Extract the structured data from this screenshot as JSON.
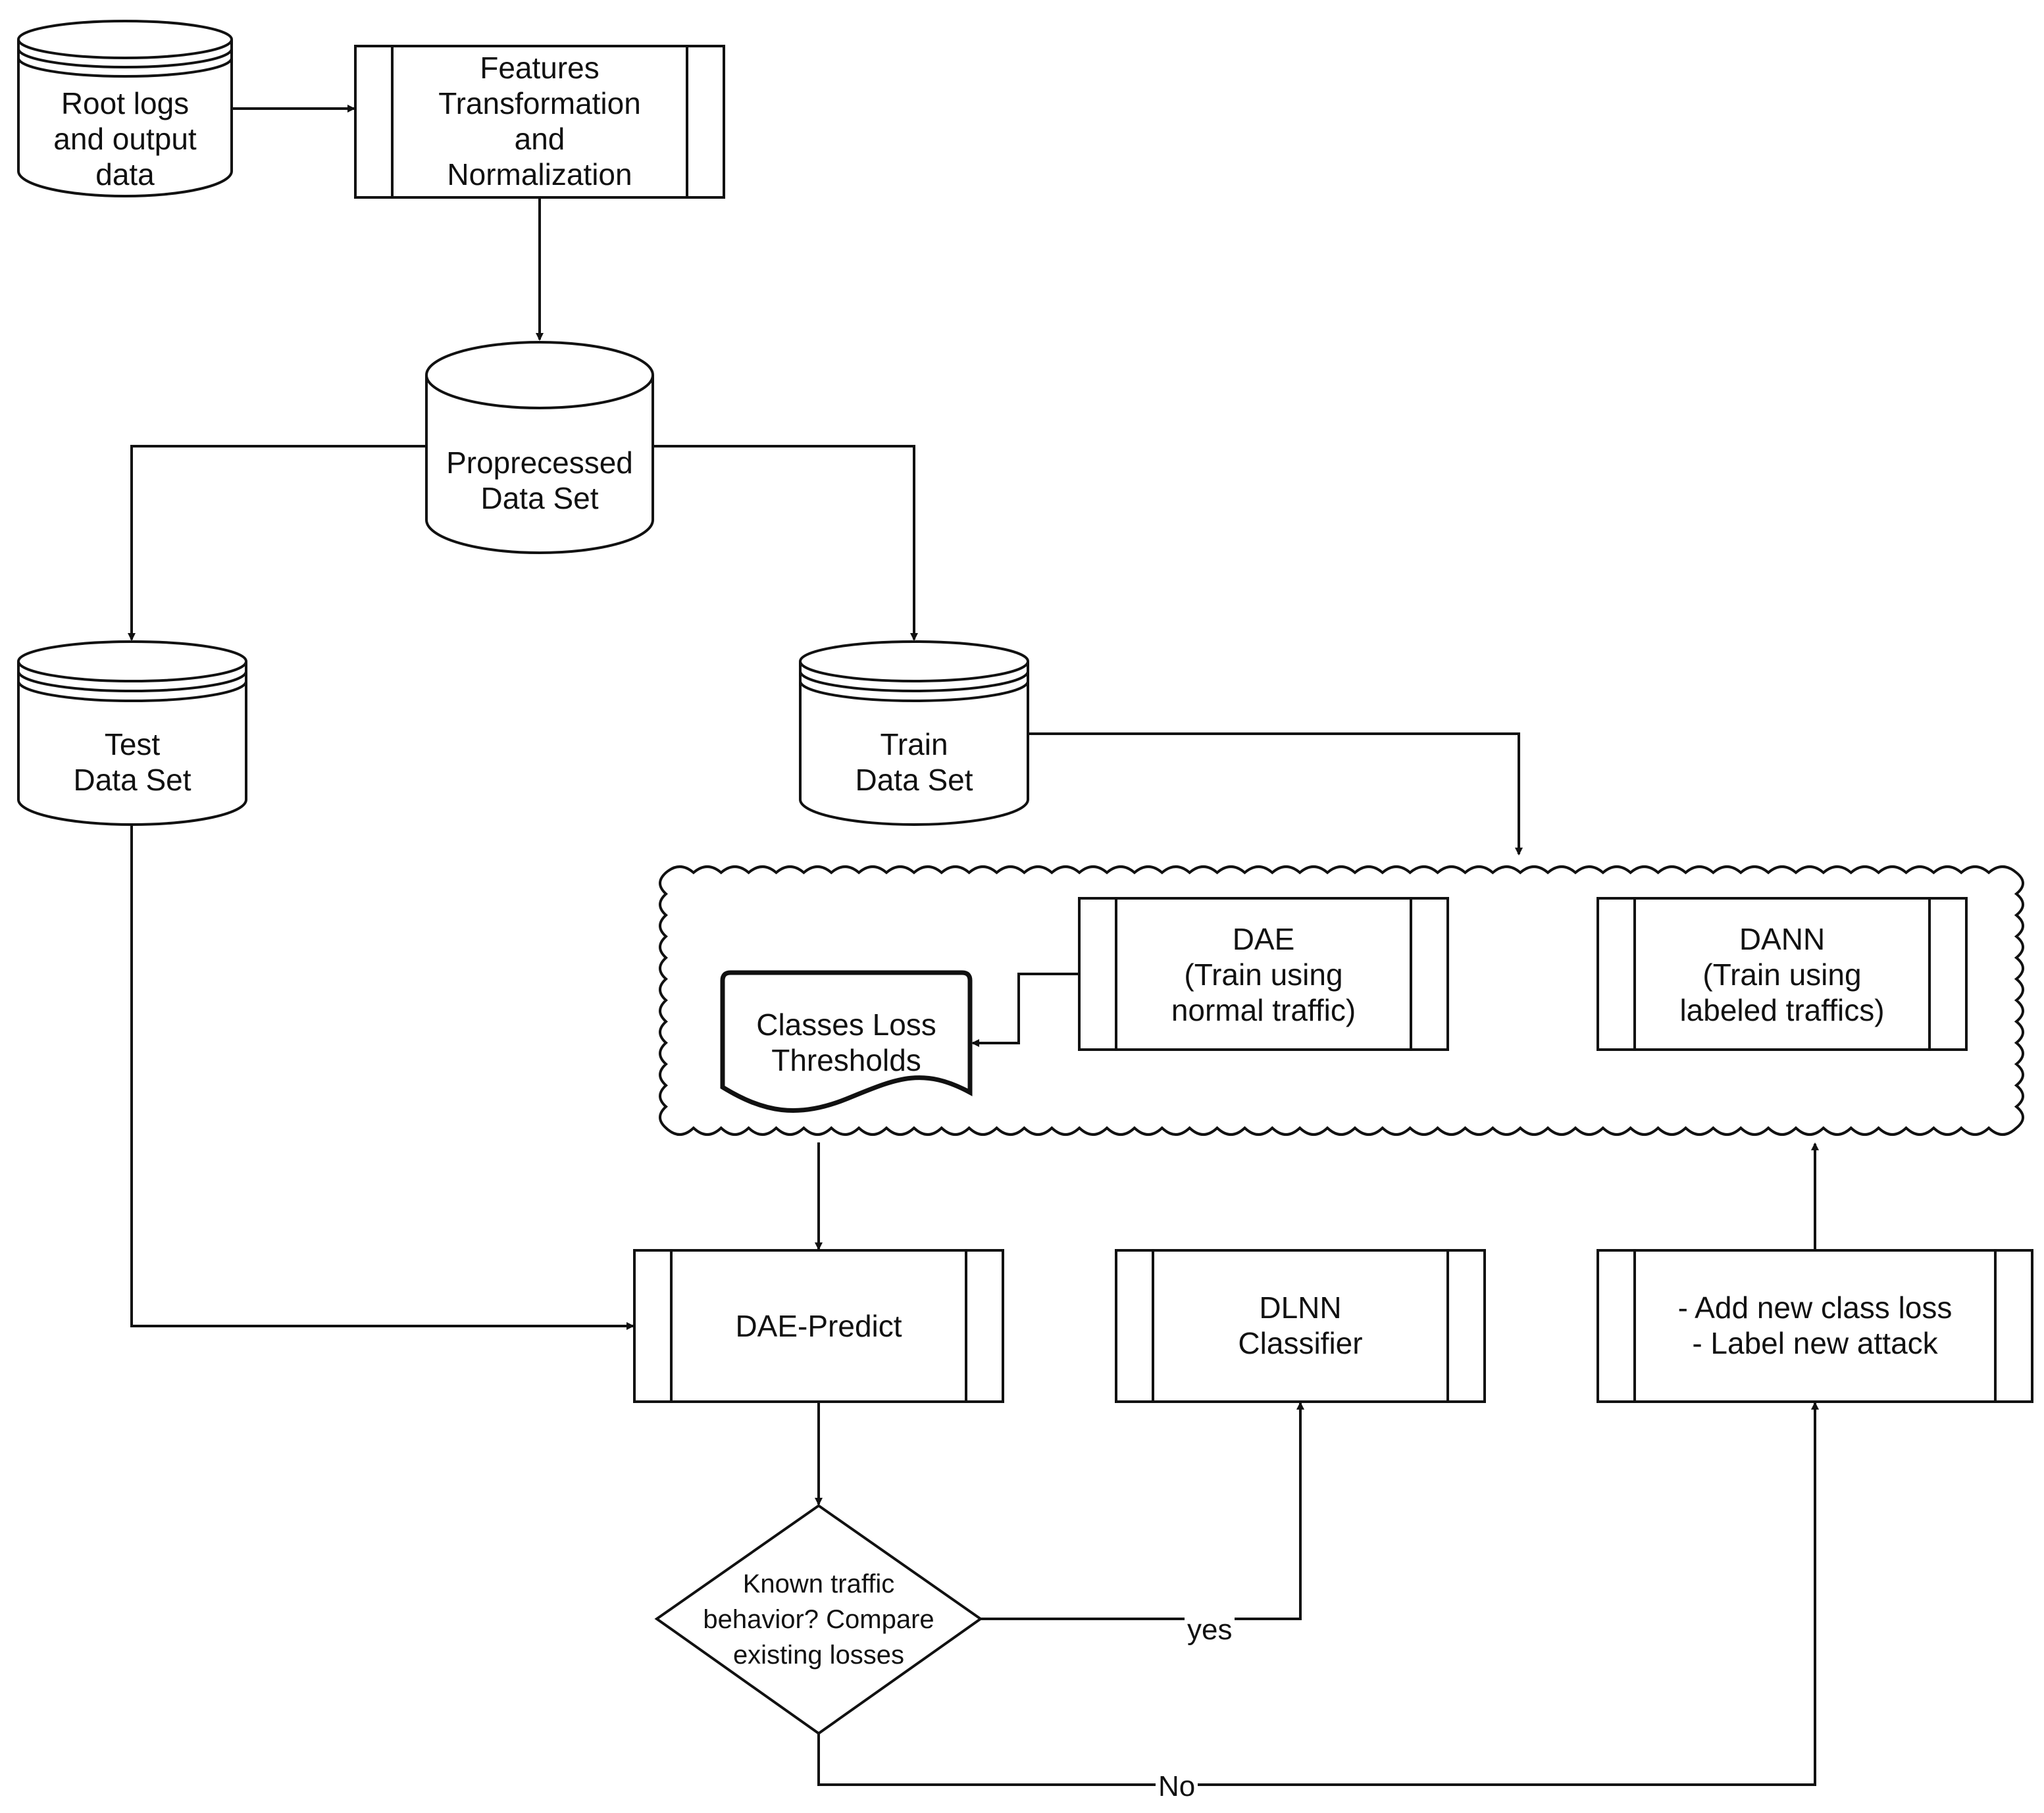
{
  "nodes": {
    "root_logs": "Root logs\nand output\ndata",
    "features_transformation": "Features\nTransformation\nand\nNormalization",
    "preprocessed_data_set": "Proprecessed\nData Set",
    "test_data_set": "Test\nData Set",
    "train_data_set": "Train\nData Set",
    "dae_train": "DAE\n(Train using\nnormal traffic)",
    "dann_train": "DANN\n(Train using\nlabeled traffics)",
    "classes_loss_thresholds": "Classes Loss\nThresholds",
    "dae_predict": "DAE-Predict",
    "dlnn_classifier": "DLNN\nClassifier",
    "add_new_class": "- Add new class loss\n- Label new attack",
    "decision": "Known traffic\nbehavior? Compare\nexisting losses"
  },
  "edges": {
    "yes_label": "yes",
    "no_label": "No"
  },
  "colors": {
    "stroke": "#111111",
    "fill": "#ffffff"
  }
}
